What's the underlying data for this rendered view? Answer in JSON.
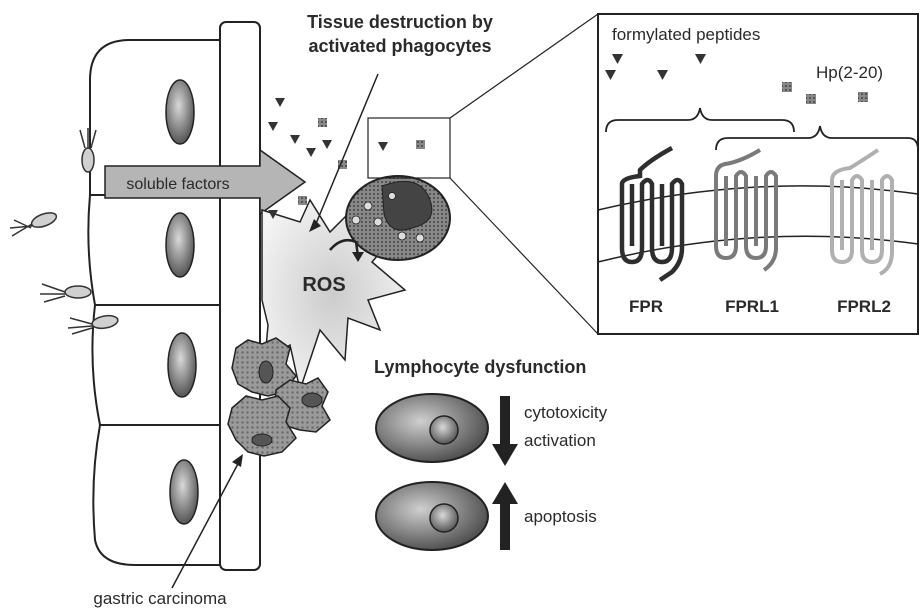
{
  "labels": {
    "tissue_destruction_line1": "Tissue destruction by",
    "tissue_destruction_line2": "activated phagocytes",
    "soluble_factors": "soluble factors",
    "ros": "ROS",
    "lymphocyte_dysfunction": "Lymphocyte dysfunction",
    "cytotoxicity": "cytotoxicity",
    "activation": "activation",
    "apoptosis": "apoptosis",
    "gastric_carcinoma": "gastric carcinoma",
    "formylated_peptides": "formylated peptides",
    "hp_peptide": "Hp(2-20)",
    "fpr": "FPR",
    "fprl1": "FPRL1",
    "fprl2": "FPRL2"
  },
  "colors": {
    "outline": "#222222",
    "arrow_fill": "#b5b5b5",
    "nucleus_dark": "#555555",
    "nucleus_light": "#d9d9d9",
    "receptor_fpr": "#2e2e2e",
    "receptor_fprl1": "#7a7a7a",
    "receptor_fprl2": "#b0b0b0"
  },
  "icons": [
    "bacterium-icon",
    "triangle-peptide-icon",
    "square-peptide-icon",
    "down-arrow-icon",
    "up-arrow-icon"
  ]
}
